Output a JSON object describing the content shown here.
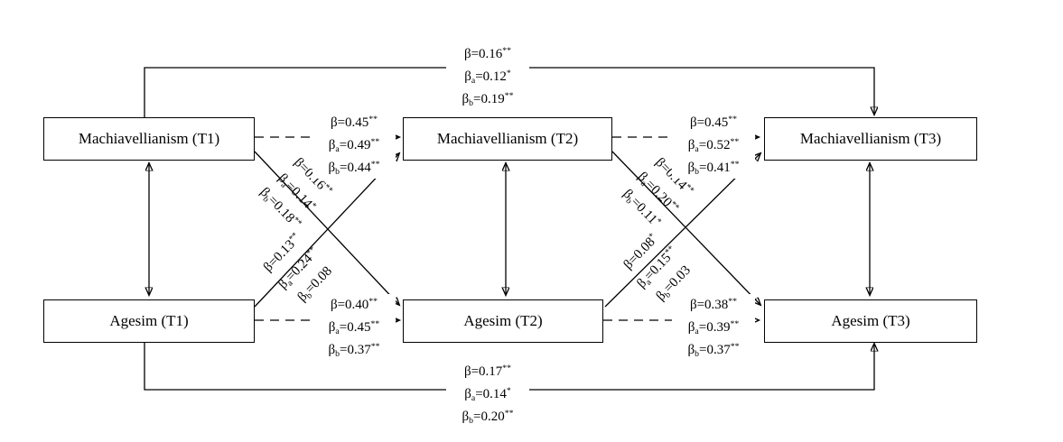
{
  "diagram": {
    "boxes": {
      "mach_t1": {
        "label": "Machiavellianism (T1)"
      },
      "mach_t2": {
        "label": "Machiavellianism (T2)"
      },
      "mach_t3": {
        "label": "Machiavellianism (T3)"
      },
      "age_t1": {
        "label": "Agesim (T1)"
      },
      "age_t2": {
        "label": "Agesim (T2)"
      },
      "age_t3": {
        "label": "Agesim (T3)"
      }
    },
    "paths": {
      "lag_mach": {
        "desc": "Machiavellianism T1 to T3",
        "lines": [
          {
            "pre": "β",
            "sub": "",
            "val": "=0.16",
            "sup": "**"
          },
          {
            "pre": "β",
            "sub": "a",
            "val": "=0.12",
            "sup": "*"
          },
          {
            "pre": "β",
            "sub": "b",
            "val": "=0.19",
            "sup": "**"
          }
        ]
      },
      "stab_mach_12": {
        "desc": "Machiavellianism T1 to T2",
        "lines": [
          {
            "pre": "β",
            "sub": "",
            "val": "=0.45",
            "sup": "**"
          },
          {
            "pre": "β",
            "sub": "a",
            "val": "=0.49",
            "sup": "**"
          },
          {
            "pre": "β",
            "sub": "b",
            "val": "=0.44",
            "sup": "**"
          }
        ]
      },
      "stab_mach_23": {
        "desc": "Machiavellianism T2 to T3",
        "lines": [
          {
            "pre": "β",
            "sub": "",
            "val": "=0.45",
            "sup": "**"
          },
          {
            "pre": "β",
            "sub": "a",
            "val": "=0.52",
            "sup": "**"
          },
          {
            "pre": "β",
            "sub": "b",
            "val": "=0.41",
            "sup": "**"
          }
        ]
      },
      "stab_age_12": {
        "desc": "Agesim T1 to T2",
        "lines": [
          {
            "pre": "β",
            "sub": "",
            "val": "=0.40",
            "sup": "**"
          },
          {
            "pre": "β",
            "sub": "a",
            "val": "=0.45",
            "sup": "**"
          },
          {
            "pre": "β",
            "sub": "b",
            "val": "=0.37",
            "sup": "**"
          }
        ]
      },
      "stab_age_23": {
        "desc": "Agesim T2 to T3",
        "lines": [
          {
            "pre": "β",
            "sub": "",
            "val": "=0.38",
            "sup": "**"
          },
          {
            "pre": "β",
            "sub": "a",
            "val": "=0.39",
            "sup": "**"
          },
          {
            "pre": "β",
            "sub": "b",
            "val": "=0.37",
            "sup": "**"
          }
        ]
      },
      "lag_age": {
        "desc": "Agesim T1 to T3",
        "lines": [
          {
            "pre": "β",
            "sub": "",
            "val": "=0.17",
            "sup": "**"
          },
          {
            "pre": "β",
            "sub": "a",
            "val": "=0.14",
            "sup": "*"
          },
          {
            "pre": "β",
            "sub": "b",
            "val": "=0.20",
            "sup": "**"
          }
        ]
      },
      "cross_m1_a2": {
        "desc": "Machiavellianism T1 to Agesim T2",
        "lines": [
          {
            "pre": "β",
            "sub": "",
            "val": "=0.16",
            "sup": "**"
          },
          {
            "pre": "β",
            "sub": "a",
            "val": "=0.14",
            "sup": "*"
          },
          {
            "pre": "β",
            "sub": "b",
            "val": "=0.18",
            "sup": "**"
          }
        ]
      },
      "cross_a1_m2": {
        "desc": "Agesim T1 to Machiavellianism T2",
        "lines": [
          {
            "pre": "β",
            "sub": "",
            "val": "=0.13",
            "sup": "**"
          },
          {
            "pre": "β",
            "sub": "a",
            "val": "=0.24",
            "sup": "**"
          },
          {
            "pre": "β",
            "sub": "b",
            "val": "=0.08",
            "sup": ""
          }
        ]
      },
      "cross_m2_a3": {
        "desc": "Machiavellianism T2 to Agesim T3",
        "lines": [
          {
            "pre": "β",
            "sub": "",
            "val": "=0.14",
            "sup": "**"
          },
          {
            "pre": "β",
            "sub": "a",
            "val": "=0.20",
            "sup": "**"
          },
          {
            "pre": "β",
            "sub": "b",
            "val": "=0.11",
            "sup": "*"
          }
        ]
      },
      "cross_a2_m3": {
        "desc": "Agesim T2 to Machiavellianism T3",
        "lines": [
          {
            "pre": "β",
            "sub": "",
            "val": "=0.08",
            "sup": "*"
          },
          {
            "pre": "β",
            "sub": "a",
            "val": "=0.15",
            "sup": "**"
          },
          {
            "pre": "β",
            "sub": "b",
            "val": "=0.03",
            "sup": ""
          }
        ]
      }
    },
    "colors": {
      "line": "#000000",
      "box_bg": "#ffffff"
    }
  }
}
